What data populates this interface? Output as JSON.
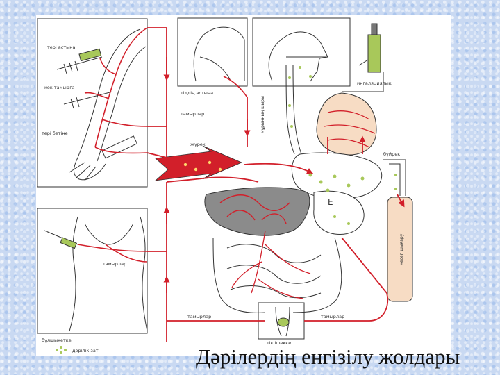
{
  "slide": {
    "title": "Дәрілердің енгізілу жолдары"
  },
  "diagram": {
    "labels": {
      "skin_thickness": "тері астына",
      "vein": "көк тамырға",
      "skin_surface": "тері бетіне",
      "tongue_under": "тілдің астына",
      "vessels_top": "тамырлар",
      "heart": "жүрек",
      "inhalation": "ингаляциялық",
      "nasal_mucosa": "мұрынның шыры",
      "lungs_to_kidney": "бүйрек",
      "liver": "Е",
      "vessels_mid": "тамырлар",
      "peritoneum": "бұлшықетке",
      "vessels_bottom_left": "тамырлар",
      "rectum": "тік ішекке",
      "vessels_bottom_right": "тамырлар",
      "urine": "несеп шығару",
      "legend_drug": "дәрілік зат"
    },
    "colors": {
      "vessel": "#d21f2a",
      "liver": "#8b8b8b",
      "organ_fill": "#f7dcc4",
      "drug": "#a8c85a",
      "line": "#222222"
    }
  }
}
